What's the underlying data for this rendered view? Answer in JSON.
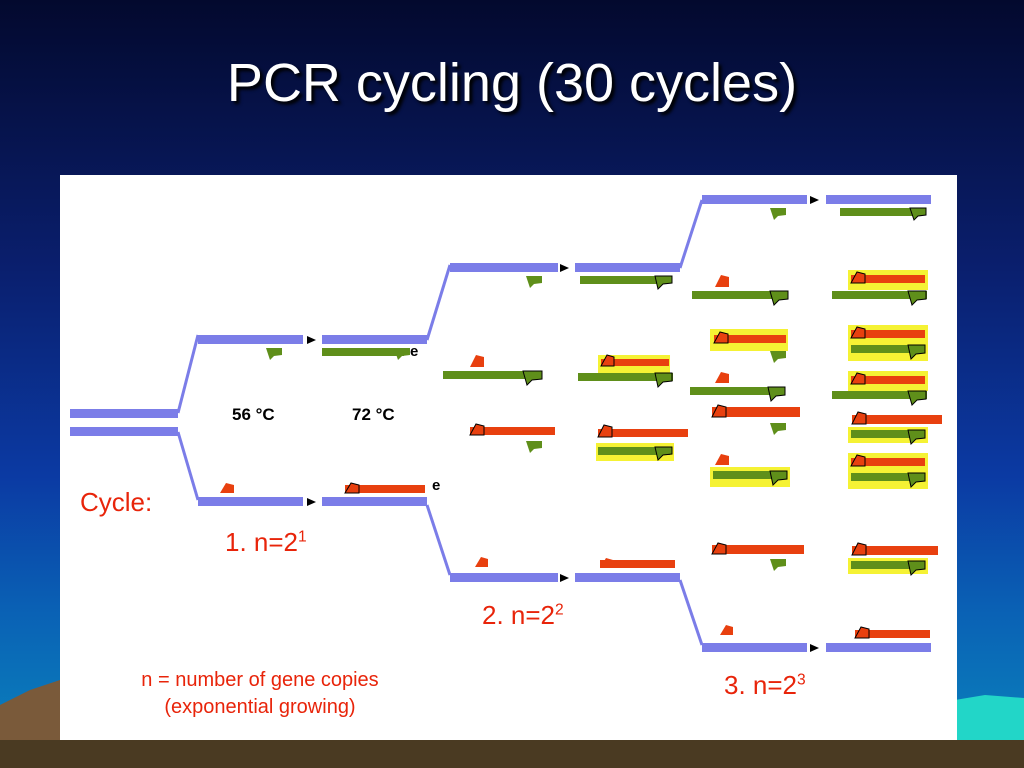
{
  "slide": {
    "title": "PCR cycling (30 cycles)"
  },
  "diagram": {
    "temp_anneal": "56 °C",
    "temp_extend": "72 °C",
    "extension_marker": "e",
    "cycle_label": "Cycle:",
    "cycles": [
      {
        "label": "1. n=2",
        "exponent": "1"
      },
      {
        "label": "2. n=2",
        "exponent": "2"
      },
      {
        "label": "3. n=2",
        "exponent": "3"
      }
    ],
    "note_line1": "n = number of gene copies",
    "note_line2": "(exponential growing)"
  },
  "colors": {
    "template_strand": "#7b7de8",
    "new_strand_red": "#e8400f",
    "new_strand_green": "#5f8f1a",
    "highlight": "#f5f234",
    "label_red": "#e8240a"
  }
}
